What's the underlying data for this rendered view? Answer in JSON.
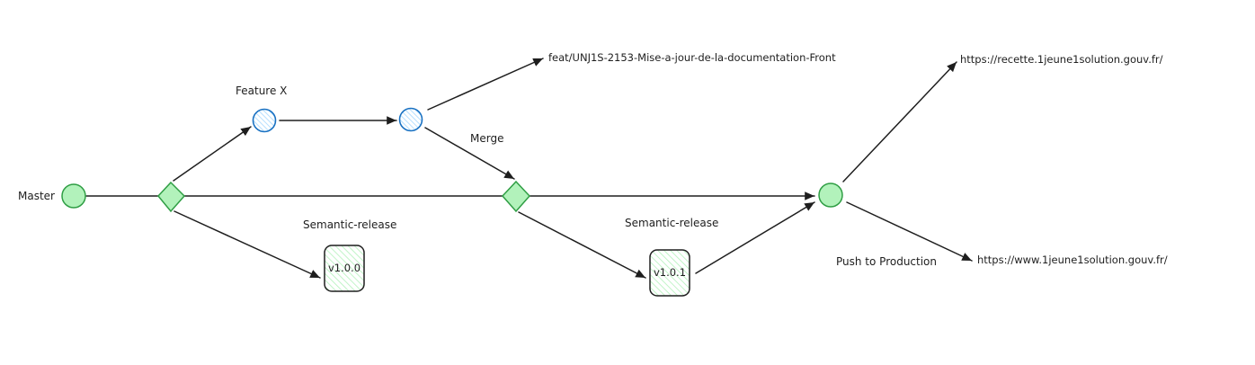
{
  "labels": {
    "master": "Master",
    "feature": "Feature X",
    "merge": "Merge",
    "semantic_release_1": "Semantic-release",
    "semantic_release_2": "Semantic-release",
    "push_to_production": "Push to Production",
    "feat_branch": "feat/UNJ1S-2153-Mise-a-jour-de-la-documentation-Front",
    "recette_url": "https://recette.1jeune1solution.gouv.fr/",
    "prod_url": "https://www.1jeune1solution.gouv.fr/"
  },
  "tags": {
    "v100": "v1.0.0",
    "v101": "v1.0.1"
  },
  "colors": {
    "green_fill": "#b2f2bb",
    "green_stroke": "#2f9e44",
    "blue_stroke": "#1971c2",
    "ink": "#1e1e1e"
  }
}
